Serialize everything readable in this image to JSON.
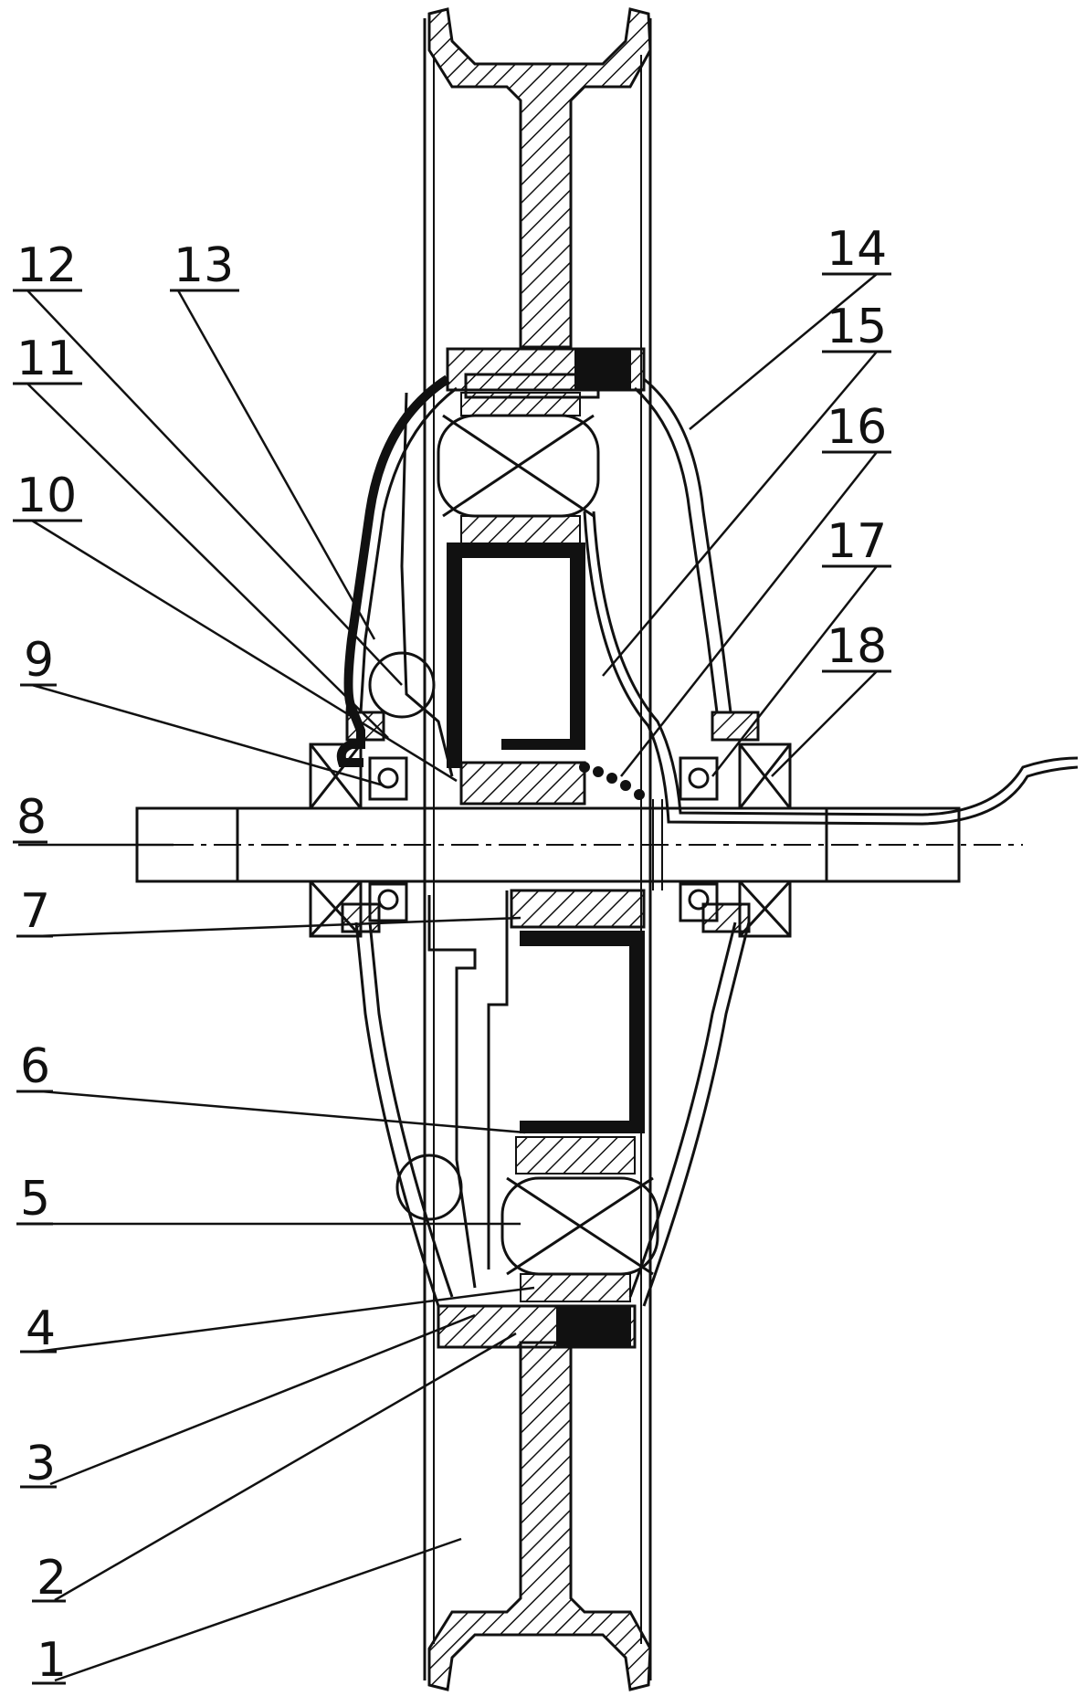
{
  "labels": [
    "1",
    "2",
    "3",
    "4",
    "5",
    "6",
    "7",
    "8",
    "9",
    "10",
    "11",
    "12",
    "13",
    "14",
    "15",
    "16",
    "17",
    "18"
  ],
  "colors": {
    "ink": "#111111",
    "paper": "#ffffff"
  }
}
